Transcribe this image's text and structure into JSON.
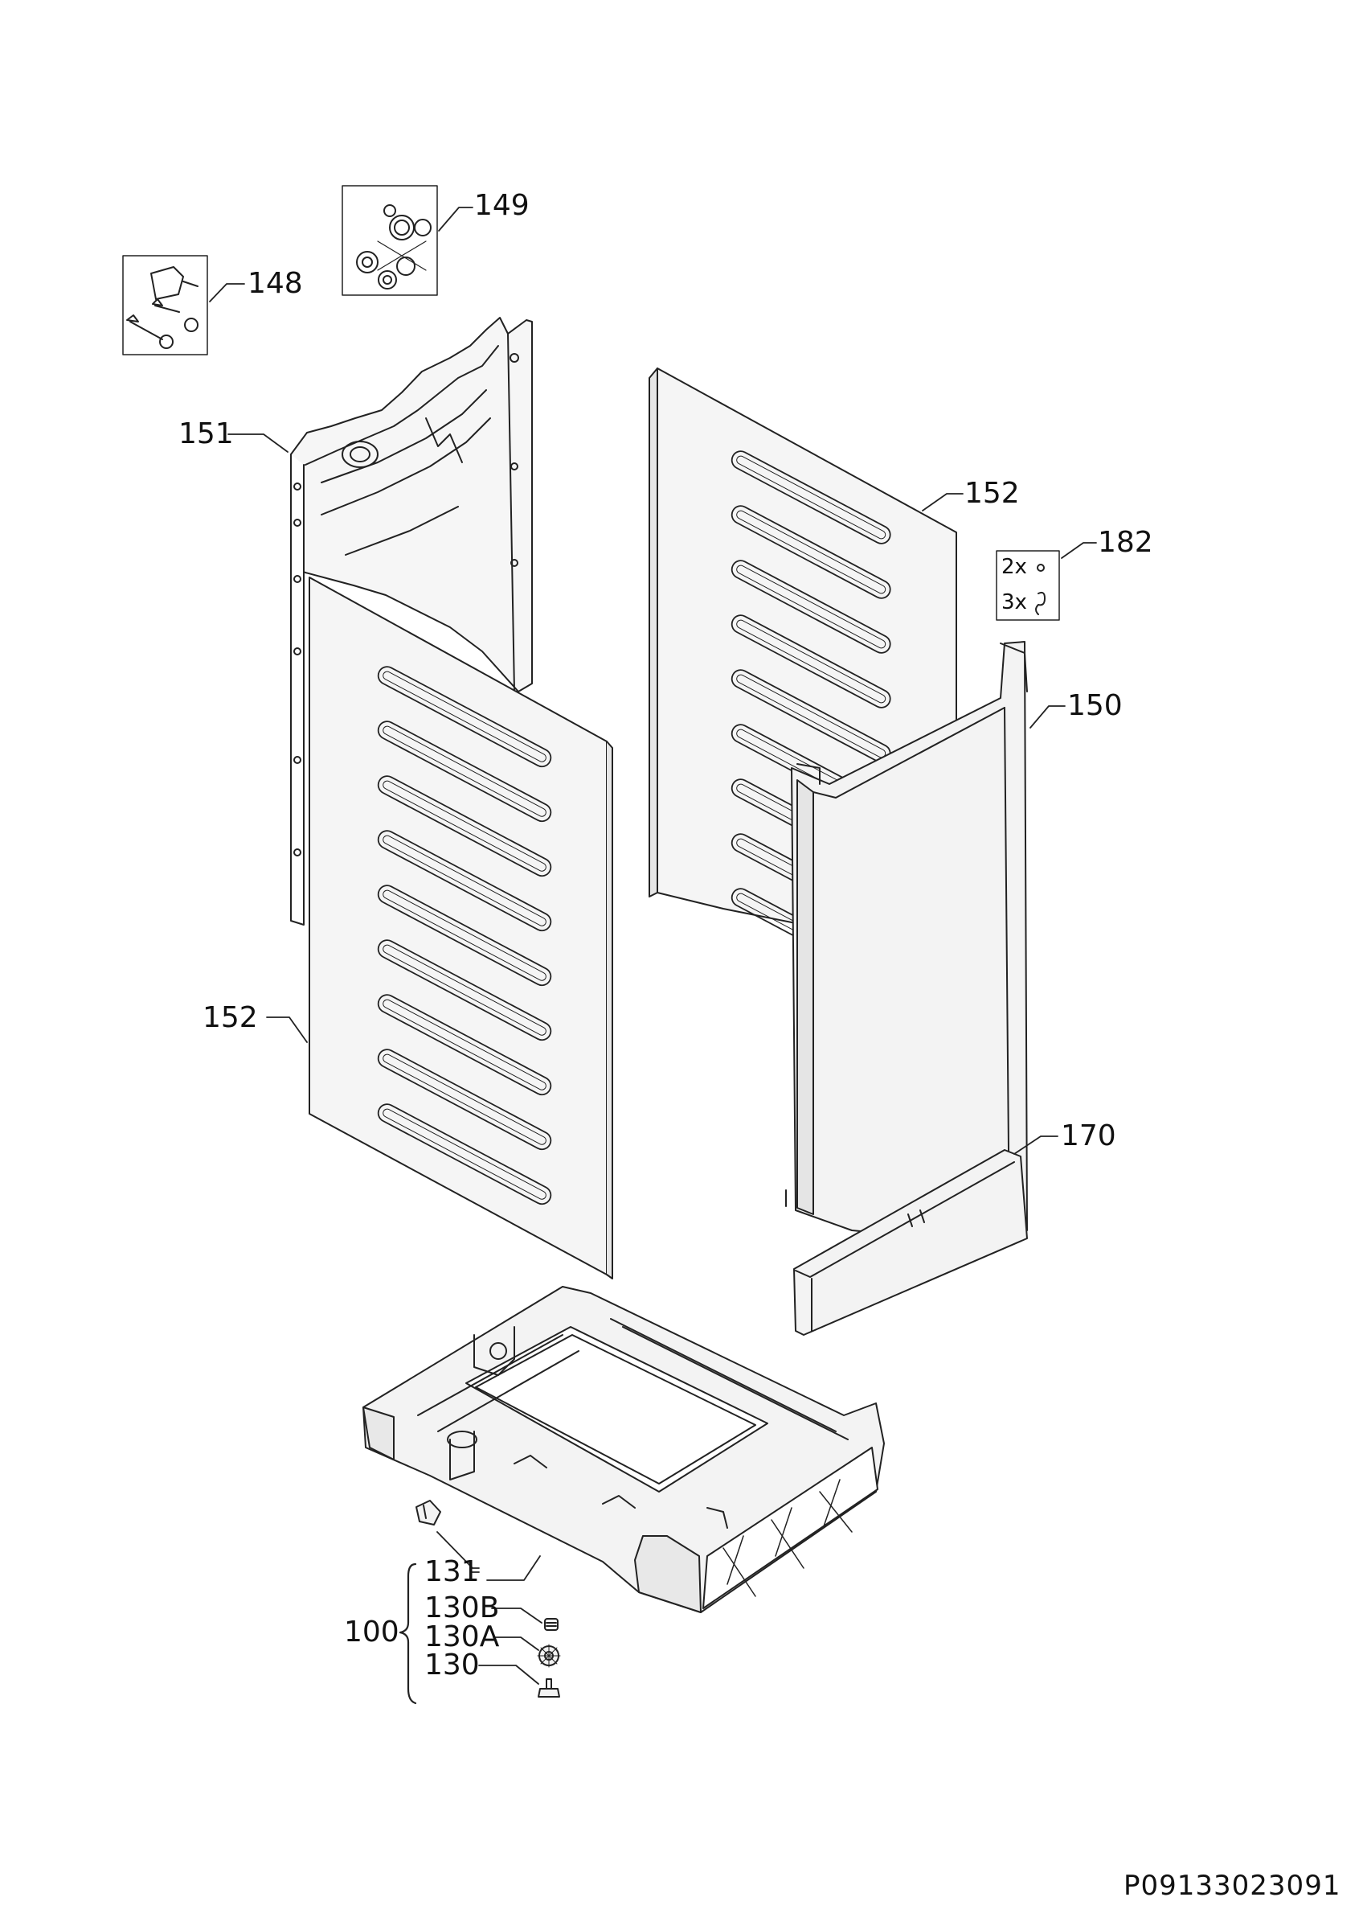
{
  "document_code": "P09133023091",
  "colors": {
    "line": "#222222",
    "panel_fill": "#f4f4f4",
    "background": "#ffffff"
  },
  "callouts": {
    "c148": "148",
    "c149": "149",
    "c151": "151",
    "c152_top": "152",
    "c152_left": "152",
    "c182": "182",
    "c150": "150",
    "c170": "170",
    "c100": "100",
    "c131": "131",
    "c130B": "130B",
    "c130A": "130A",
    "c130": "130"
  },
  "kit_182": {
    "qty_a": "2x",
    "qty_b": "3x"
  }
}
